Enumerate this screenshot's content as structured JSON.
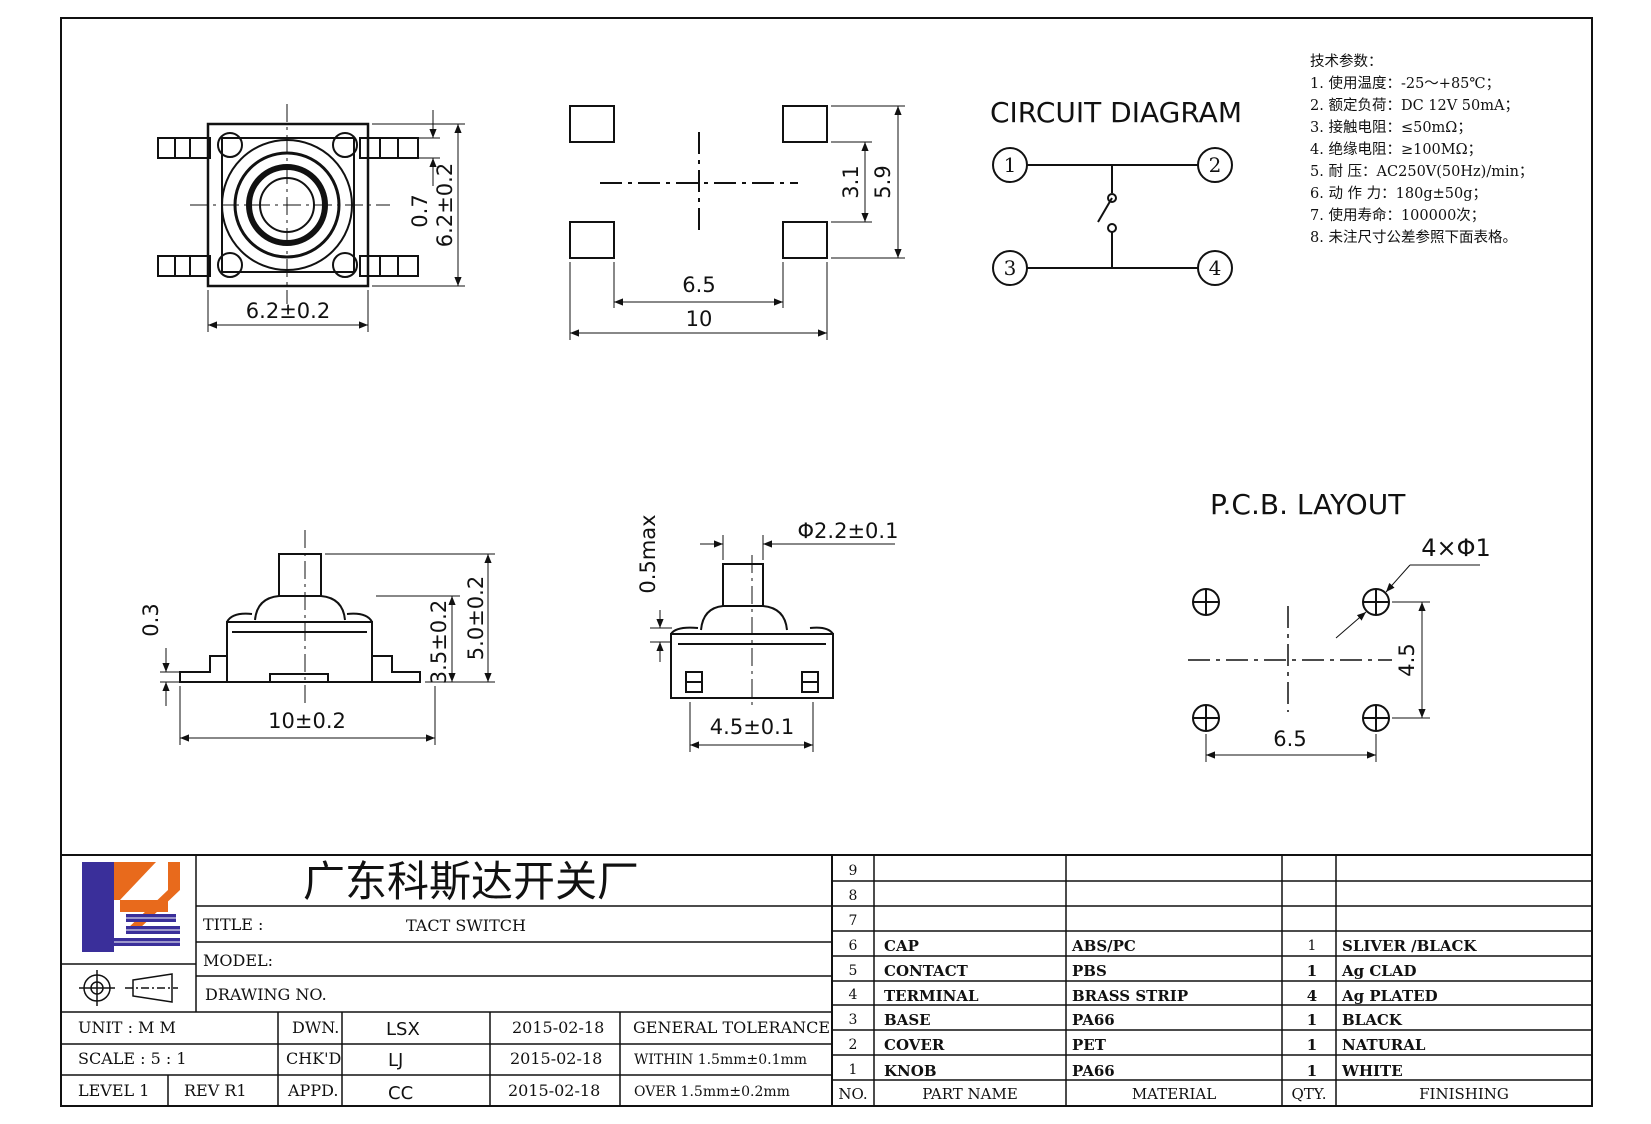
{
  "top_view": {
    "dim_width": "6.2±0.2",
    "dim_height": "6.2±0.2",
    "dim_pin": "0.7"
  },
  "footprint_view": {
    "dim_inner_w": "6.5",
    "dim_outer_w": "10",
    "dim_inner_h": "3.1",
    "dim_outer_h": "5.9"
  },
  "circuit": {
    "title": "CIRCUIT  DIAGRAM",
    "pins": [
      "1",
      "2",
      "3",
      "4"
    ]
  },
  "specs": {
    "heading": "技术参数：",
    "items": [
      "1.  使用温度：-25～+85℃；",
      "2.  额定负荷：DC  12V  50mA；",
      "3.  接触电阻：≤50mΩ；",
      "4.  绝缘电阻：≥100MΩ；",
      "5.  耐     压：AC250V(50Hz)/min；",
      "6.  动  作  力：180g±50g；",
      "7.  使用寿命：100000次；",
      "8.  未注尺寸公差参照下面表格。"
    ]
  },
  "side_view": {
    "dim_length": "10±0.2",
    "dim_lead": "0.3",
    "dim_body_h": "3.5±0.2",
    "dim_total_h": "5.0±0.2"
  },
  "end_view": {
    "dim_width": "4.5±0.1",
    "dim_knob": "Φ2.2±0.1",
    "dim_max": "0.5max"
  },
  "pcb": {
    "title": "P.C.B. LAYOUT",
    "holes": "4×Φ1",
    "dim_w": "6.5",
    "dim_h": "4.5"
  },
  "title_block": {
    "company": "广东科斯达开关厂",
    "title_label": "TITLE :",
    "title_value": "TACT SWITCH",
    "model_label": "MODEL:",
    "drawing_label": "DRAWING NO.",
    "rows": [
      {
        "c1": "UNIT    :    M M",
        "c2": "DWN.",
        "c3": "LSX",
        "c4": "2015-02-18",
        "c5": "GENERAL TOLERANCE"
      },
      {
        "c1": "SCALE  :  5 : 1",
        "c2": "CHK'D",
        "c3": "LJ",
        "c4": "2015-02-18",
        "c5": "WITHIN 1.5mm±0.1mm"
      },
      {
        "c1": "LEVEL 1",
        "c1b": "REV  R1",
        "c2": "APPD.",
        "c3": "CC",
        "c4": "2015-02-18",
        "c5": "OVER   1.5mm±0.2mm"
      }
    ]
  },
  "parts": {
    "headers": {
      "no": "NO.",
      "name": "PART   NAME",
      "material": "MATERIAL",
      "qty": "QTY.",
      "finishing": "FINISHING"
    },
    "rows": [
      {
        "no": "9",
        "name": "",
        "material": "",
        "qty": "",
        "finishing": ""
      },
      {
        "no": "8",
        "name": "",
        "material": "",
        "qty": "",
        "finishing": ""
      },
      {
        "no": "7",
        "name": "",
        "material": "",
        "qty": "",
        "finishing": ""
      },
      {
        "no": "6",
        "name": "CAP",
        "material": "ABS/PC",
        "qty": "1",
        "finishing": "SLIVER /BLACK"
      },
      {
        "no": "5",
        "name": "CONTACT",
        "material": "PBS",
        "qty": "1",
        "finishing": "Ag CLAD"
      },
      {
        "no": "4",
        "name": "TERMINAL",
        "material": "BRASS STRIP",
        "qty": "4",
        "finishing": "Ag PLATED"
      },
      {
        "no": "3",
        "name": "BASE",
        "material": "PA66",
        "qty": "1",
        "finishing": "BLACK"
      },
      {
        "no": "2",
        "name": "COVER",
        "material": "PET",
        "qty": "1",
        "finishing": "NATURAL"
      },
      {
        "no": "1",
        "name": "KNOB",
        "material": "PA66",
        "qty": "1",
        "finishing": "WHITE"
      }
    ]
  }
}
